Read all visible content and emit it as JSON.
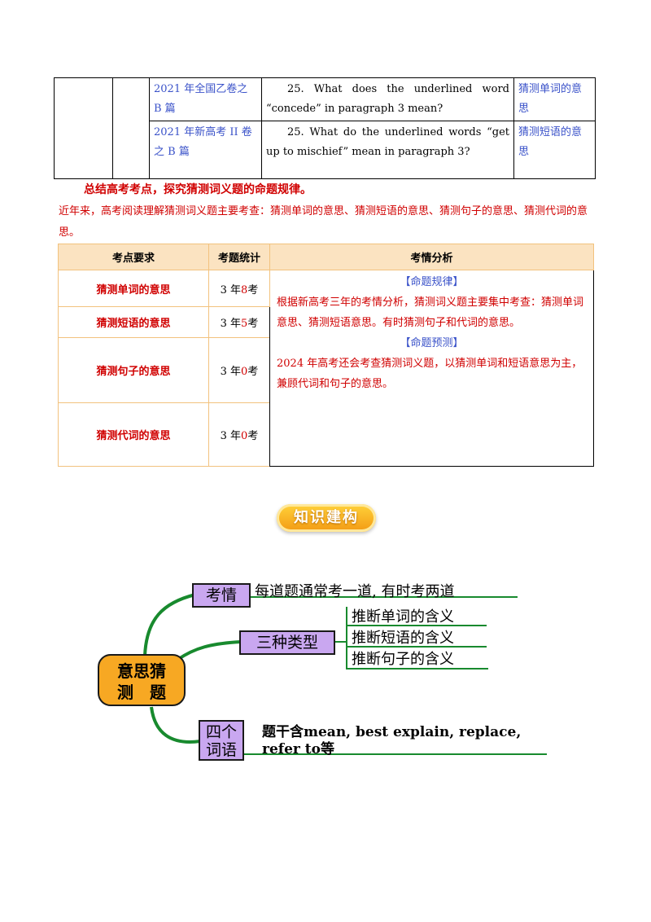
{
  "top_table": {
    "rows": [
      {
        "source": "2021 年全国乙卷之 B 篇",
        "question": "25. What does the underlined word “concede” in paragraph 3 mean?",
        "type": "猜测单词的意思"
      },
      {
        "source": "2021 年新高考 II 卷之 B 篇",
        "question": "25. What do the underlined words “get up to mischief” mean in paragraph 3?",
        "type": "猜测短语的意思"
      }
    ]
  },
  "summary_heading": "总结高考考点，探究猜测词义题的命题规律。",
  "summary_paragraph": "近年来，高考阅读理解猜测词义题主要考查：猜测单词的意思、猜测短语的意思、猜测句子的意思、猜测代词的意思。",
  "analysis_table": {
    "headers": [
      "考点要求",
      "考题统计",
      "考情分析"
    ],
    "rows": [
      {
        "requirement": "猜测单词的意思",
        "stat_pre": "3 年",
        "stat_num": "8",
        "stat_post": "考"
      },
      {
        "requirement": "猜测短语的意思",
        "stat_pre": "3 年",
        "stat_num": "5",
        "stat_post": "考"
      },
      {
        "requirement": "猜测句子的意思",
        "stat_pre": "3 年",
        "stat_num": "0",
        "stat_post": "考"
      },
      {
        "requirement": "猜测代词的意思",
        "stat_pre": "3 年",
        "stat_num": "0",
        "stat_post": "考"
      }
    ],
    "rule_title": "【命题规律】",
    "rule_text": "根据新高考三年的考情分析，猜测词义题主要集中考查：猜测单词意思、猜测短语意思。有时猜测句子和代词的意思。",
    "forecast_title": "【命题预测】",
    "forecast_text": "2024 年高考还会考查猜测词义题，以猜测单词和短语意思为主，兼顾代词和句子的意思。"
  },
  "badge": "知识建构",
  "mindmap": {
    "center_line1": "意思猜",
    "center_line2": "测　题",
    "branch1_label": "考情",
    "branch1_text": "每道题通常考一道, 有时考两道",
    "branch2_label": "三种类型",
    "branch2_items": [
      "推断单词的含义",
      "推断短语的含义",
      "推断句子的含义"
    ],
    "branch3_label_line1": "四个",
    "branch3_label_line2": "词语",
    "branch3_text_line1": "题干含mean, best explain, replace,",
    "branch3_text_line2": "refer to等"
  },
  "colors": {
    "red": "#d00000",
    "blue": "#3a52c9",
    "table_border": "#f2c27e",
    "header_bg": "#fbe3c1",
    "mind_box": "#c9a7f0",
    "mind_center": "#f7a823",
    "branch_green": "#188a2e"
  }
}
